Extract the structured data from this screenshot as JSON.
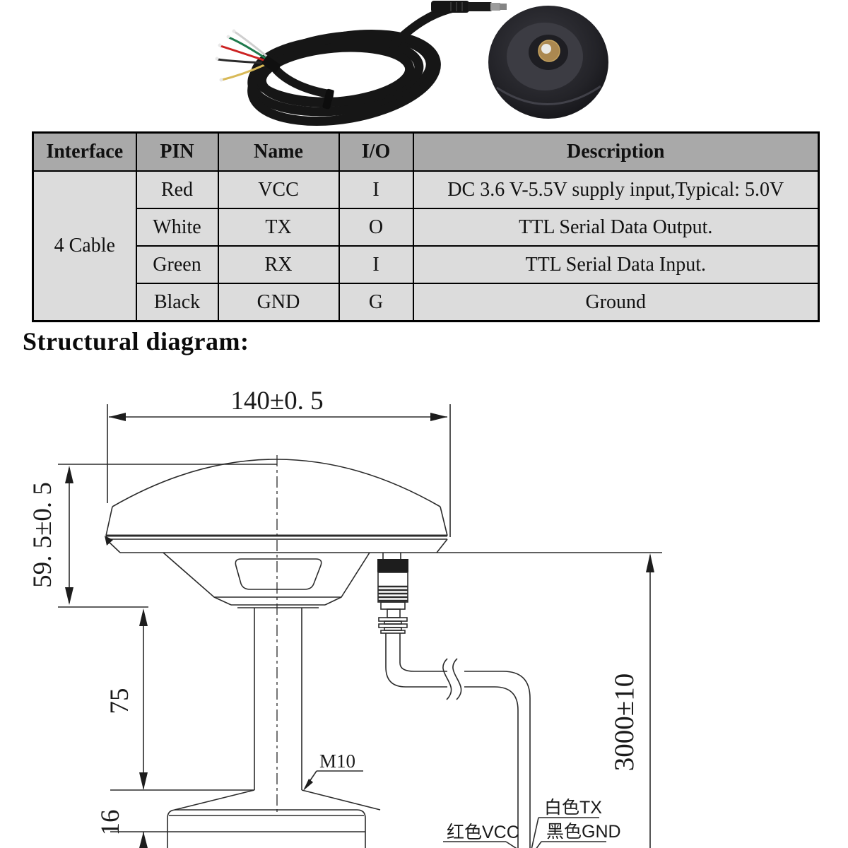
{
  "photo": {
    "items": [
      "cable-with-bare-wires",
      "magnetic-mount-base"
    ],
    "wire_colors": [
      "white",
      "green",
      "red",
      "black",
      "yellow"
    ],
    "cable_color": "#161616",
    "brass_color": "#ab8850"
  },
  "pin_table": {
    "headers": [
      "Interface",
      "PIN",
      "Name",
      "I/O",
      "Description"
    ],
    "interface_label": "4 Cable",
    "rows": [
      {
        "pin": "Red",
        "name": "VCC",
        "io": "I",
        "description": "DC 3.6 V-5.5V supply input,Typical: 5.0V"
      },
      {
        "pin": "White",
        "name": "TX",
        "io": "O",
        "description": "TTL Serial Data Output."
      },
      {
        "pin": "Green",
        "name": "RX",
        "io": "I",
        "description": "TTL Serial Data Input."
      },
      {
        "pin": "Black",
        "name": "GND",
        "io": "G",
        "description": "Ground"
      }
    ],
    "header_bg": "#a9a9a9",
    "row_bg": "#dcdcdc"
  },
  "section": {
    "title": "Structural diagram:"
  },
  "diagram": {
    "dim_width": "140±0. 5",
    "dim_height": "59. 5±0. 5",
    "dim_pole": "75",
    "dim_base": "16",
    "thread_label": "M10",
    "dim_cable_length": "3000±10",
    "label_vcc": "红色VCC",
    "label_tx": "白色TX",
    "label_gnd": "黑色GND"
  }
}
